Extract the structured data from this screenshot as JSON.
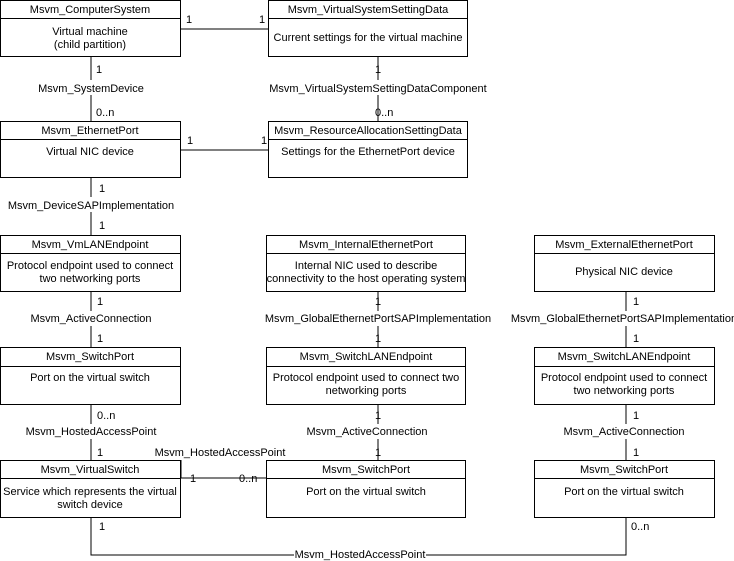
{
  "boxes": {
    "computer_system": {
      "title": "Msvm_ComputerSystem",
      "body": [
        "Virtual machine",
        "(child partition)"
      ]
    },
    "vssd": {
      "title": "Msvm_VirtualSystemSettingData",
      "body": [
        "Current settings for the virtual machine"
      ]
    },
    "ethernet_port": {
      "title": "Msvm_EthernetPort",
      "body": [
        "Virtual NIC device"
      ]
    },
    "rasd": {
      "title": "Msvm_ResourceAllocationSettingData",
      "body": [
        "Settings for the EthernetPort device"
      ]
    },
    "vm_lan_endpoint": {
      "title": "Msvm_VmLANEndpoint",
      "body": [
        "Protocol endpoint used to connect",
        "two networking ports"
      ]
    },
    "internal_port": {
      "title": "Msvm_InternalEthernetPort",
      "body": [
        "Internal NIC used to describe",
        "connectivity to the host operating system"
      ]
    },
    "external_port": {
      "title": "Msvm_ExternalEthernetPort",
      "body": [
        "Physical NIC device"
      ]
    },
    "switch_port_left": {
      "title": "Msvm_SwitchPort",
      "body": [
        "Port on the virtual switch"
      ]
    },
    "switch_lan_mid": {
      "title": "Msvm_SwitchLANEndpoint",
      "body": [
        "Protocol endpoint used to connect two",
        "networking ports"
      ]
    },
    "switch_lan_right": {
      "title": "Msvm_SwitchLANEndpoint",
      "body": [
        "Protocol endpoint used to connect",
        "two networking ports"
      ]
    },
    "virtual_switch": {
      "title": "Msvm_VirtualSwitch",
      "body": [
        "Service which represents the virtual",
        "switch device"
      ]
    },
    "switch_port_mid": {
      "title": "Msvm_SwitchPort",
      "body": [
        "Port on the virtual switch"
      ]
    },
    "switch_port_right": {
      "title": "Msvm_SwitchPort",
      "body": [
        "Port on the virtual switch"
      ]
    }
  },
  "associations": {
    "system_device": "Msvm_SystemDevice",
    "vssd_component": "Msvm_VirtualSystemSettingDataComponent",
    "device_sap": "Msvm_DeviceSAPImplementation",
    "active_conn_left": "Msvm_ActiveConnection",
    "global_sap_mid": "Msvm_GlobalEthernetPortSAPImplementation",
    "global_sap_right": "Msvm_GlobalEthernetPortSAPImplementation",
    "hosted_left": "Msvm_HostedAccessPoint",
    "active_conn_mid": "Msvm_ActiveConnection",
    "active_conn_right": "Msvm_ActiveConnection",
    "hosted_mid": "Msvm_HostedAccessPoint",
    "hosted_bottom": "Msvm_HostedAccessPoint"
  },
  "multiplicities": {
    "cs_vssd_left": "1",
    "cs_vssd_right": "1",
    "cs_down": "1",
    "ep_up": "0..n",
    "vssd_down": "1",
    "rasd_up": "0..n",
    "ep_rasd_left": "1",
    "ep_rasd_right": "1",
    "ep_down": "1",
    "vmlan_up": "1",
    "vmlan_down": "1",
    "sp_left_up": "1",
    "sp_left_down": "0..n",
    "vs_up": "1",
    "internal_down": "1",
    "switch_lan_mid_up": "1",
    "switch_lan_mid_down": "1",
    "sp_mid_up": "1",
    "vs_mid": "1",
    "sp_mid_left": "0..n",
    "external_down": "1",
    "switch_lan_right_up": "1",
    "switch_lan_right_down": "1",
    "sp_right_up": "1",
    "vs_bottom": "1",
    "sp_right_bottom": "0..n"
  }
}
